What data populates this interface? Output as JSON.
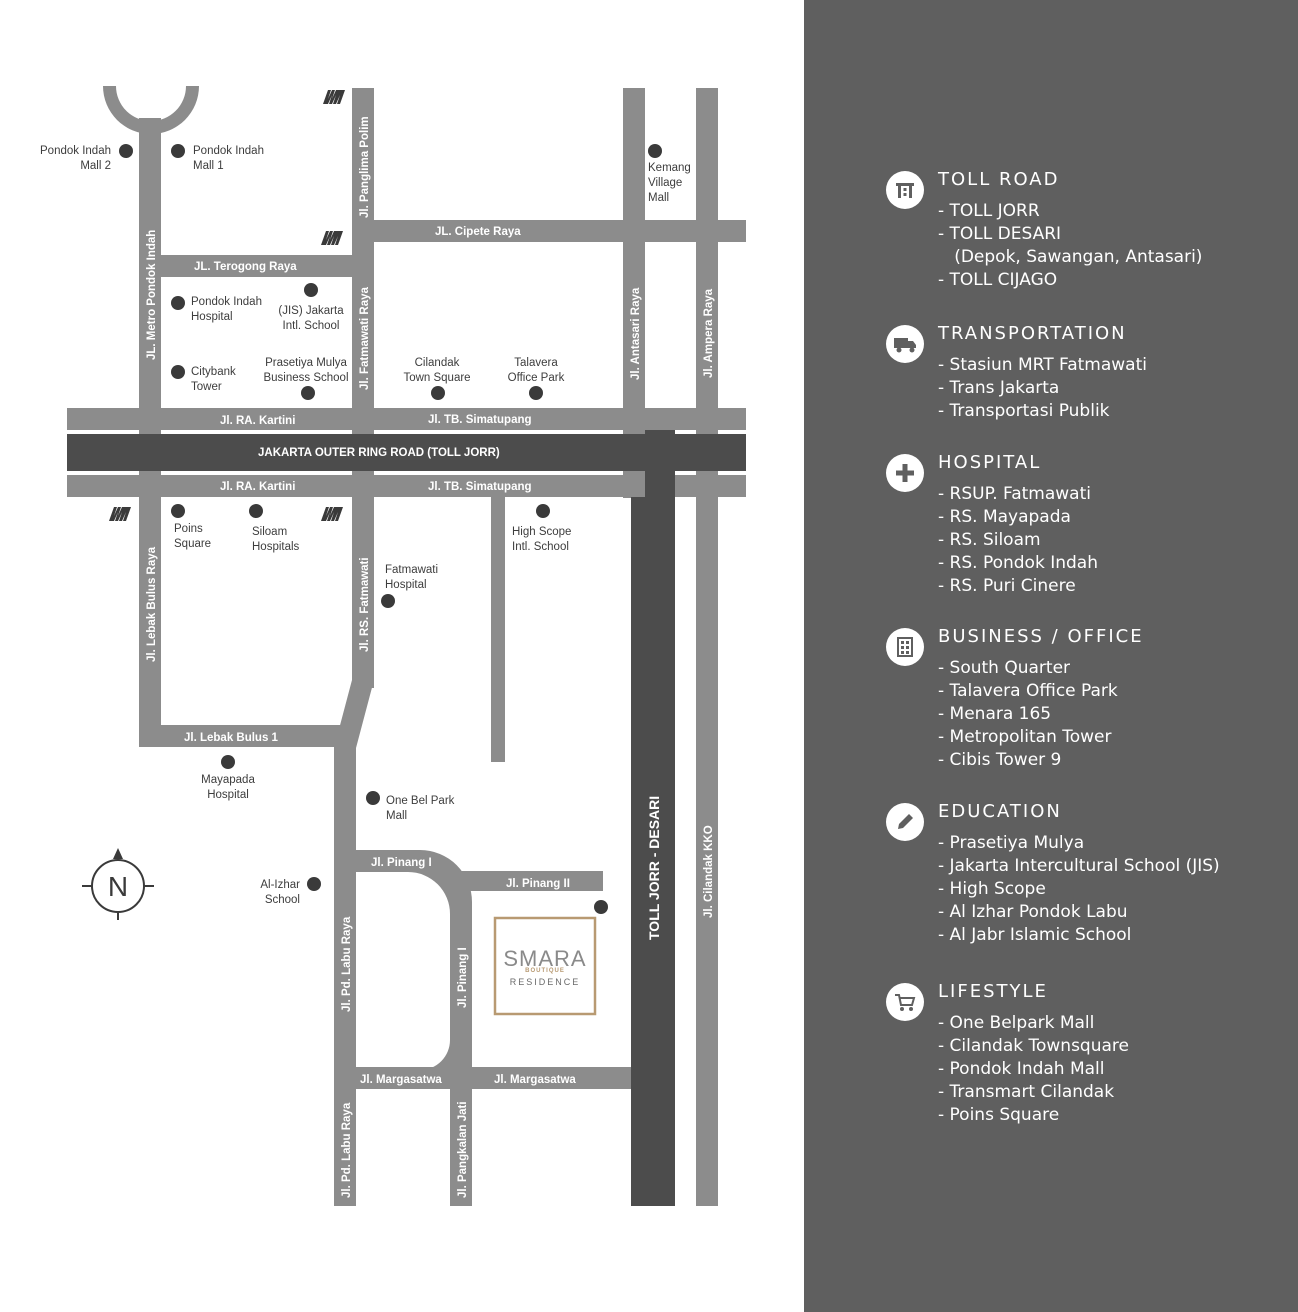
{
  "map": {
    "roads": {
      "metro_pondok_indah": "JL. Metro Pondok Indah",
      "panglima_polim": "Jl. Panglima Polim",
      "cipete_raya": "JL. Cipete Raya",
      "terogong_raya": "JL. Terogong Raya",
      "fatmawati_raya": "Jl. Fatmawati Raya",
      "antasari_raya": "Jl. Antasari Raya",
      "ampera_raya": "Jl. Ampera Raya",
      "ra_kartini_top": "Jl. RA. Kartini",
      "tb_simatupang_top": "Jl. TB. Simatupang",
      "toll_jorr": "JAKARTA OUTER RING ROAD (TOLL JORR)",
      "ra_kartini_bottom": "Jl. RA. Kartini",
      "tb_simatupang_bottom": "Jl. TB. Simatupang",
      "lebak_bulus_raya": "Jl. Lebak Bulus Raya",
      "rs_fatmawati": "Jl. RS. Fatmawati",
      "lebak_bulus_1": "Jl. Lebak Bulus 1",
      "pinang_1_h": "Jl. Pinang I",
      "pinang_2": "Jl. Pinang II",
      "pinang_1_v": "Jl. Pinang I",
      "pd_labu_raya_top": "Jl. Pd. Labu Raya",
      "margasatwa_left": "Jl. Margasatwa",
      "margasatwa_right": "Jl. Margasatwa",
      "pd_labu_raya_bottom": "Jl. Pd. Labu Raya",
      "pangkalan_jati": "Jl. Pangkalan Jati",
      "toll_jorr_desari": "TOLL JORR - DESARI",
      "cilandak_kko": "Jl. Cilandak KKO"
    },
    "pois": {
      "pim2": [
        "Pondok Indah",
        "Mall 2"
      ],
      "pim1": [
        "Pondok Indah",
        "Mall 1"
      ],
      "kemang": [
        "Kemang",
        "Village",
        "Mall"
      ],
      "pi_hospital": [
        "Pondok Indah",
        "Hospital"
      ],
      "jis": [
        "(JIS) Jakarta",
        "Intl. School"
      ],
      "citybank": [
        "Citybank",
        "Tower"
      ],
      "prasetiya": [
        "Prasetiya Mulya",
        "Business School"
      ],
      "cilandak_ts": [
        "Cilandak",
        "Town Square"
      ],
      "talavera": [
        "Talavera",
        "Office Park"
      ],
      "poins": [
        "Poins",
        "Square"
      ],
      "siloam": [
        "Siloam",
        "Hospitals"
      ],
      "highscope": [
        "High Scope",
        "Intl. School"
      ],
      "fatmawati_hospital": [
        "Fatmawati",
        "Hospital"
      ],
      "mayapada": [
        "Mayapada",
        "Hospital"
      ],
      "one_bel_park": [
        "One Bel Park",
        "Mall"
      ],
      "al_izhar": [
        "Al-Izhar",
        "School"
      ]
    },
    "logo": {
      "name": "SMARA",
      "tagline": "BOUTIQUE",
      "subtitle": "RESIDENCE",
      "accent_color": "#b89a72"
    },
    "compass_label": "N"
  },
  "legend": {
    "categories": [
      {
        "icon": "toll-road-icon",
        "title": "TOLL ROAD",
        "items": [
          "- TOLL JORR",
          "- TOLL DESARI",
          "   (Depok, Sawangan, Antasari)",
          "- TOLL CIJAGO"
        ]
      },
      {
        "icon": "truck-icon",
        "title": "TRANSPORTATION",
        "items": [
          "- Stasiun MRT Fatmawati",
          "- Trans Jakarta",
          "- Transportasi Publik"
        ]
      },
      {
        "icon": "plus-icon",
        "title": "HOSPITAL",
        "items": [
          "- RSUP. Fatmawati",
          "- RS. Mayapada",
          "- RS. Siloam",
          "- RS. Pondok Indah",
          "- RS. Puri Cinere"
        ]
      },
      {
        "icon": "building-icon",
        "title": "BUSINESS / OFFICE",
        "items": [
          "- South Quarter",
          "- Talavera Office Park",
          "- Menara 165",
          "- Metropolitan Tower",
          "- Cibis Tower 9"
        ]
      },
      {
        "icon": "pencil-icon",
        "title": "EDUCATION",
        "items": [
          "- Prasetiya Mulya",
          "- Jakarta Intercultural School (JIS)",
          "- High Scope",
          "- Al Izhar Pondok Labu",
          "- Al Jabr Islamic School"
        ]
      },
      {
        "icon": "cart-icon",
        "title": "LIFESTYLE",
        "items": [
          "- One Belpark Mall",
          "- Cilandak Townsquare",
          "- Pondok Indah Mall",
          "- Transmart Cilandak",
          "- Poins Square"
        ]
      }
    ]
  },
  "colors": {
    "road": "#8c8c8c",
    "toll": "#4c4c4c",
    "panel": "#5f5f5f"
  }
}
